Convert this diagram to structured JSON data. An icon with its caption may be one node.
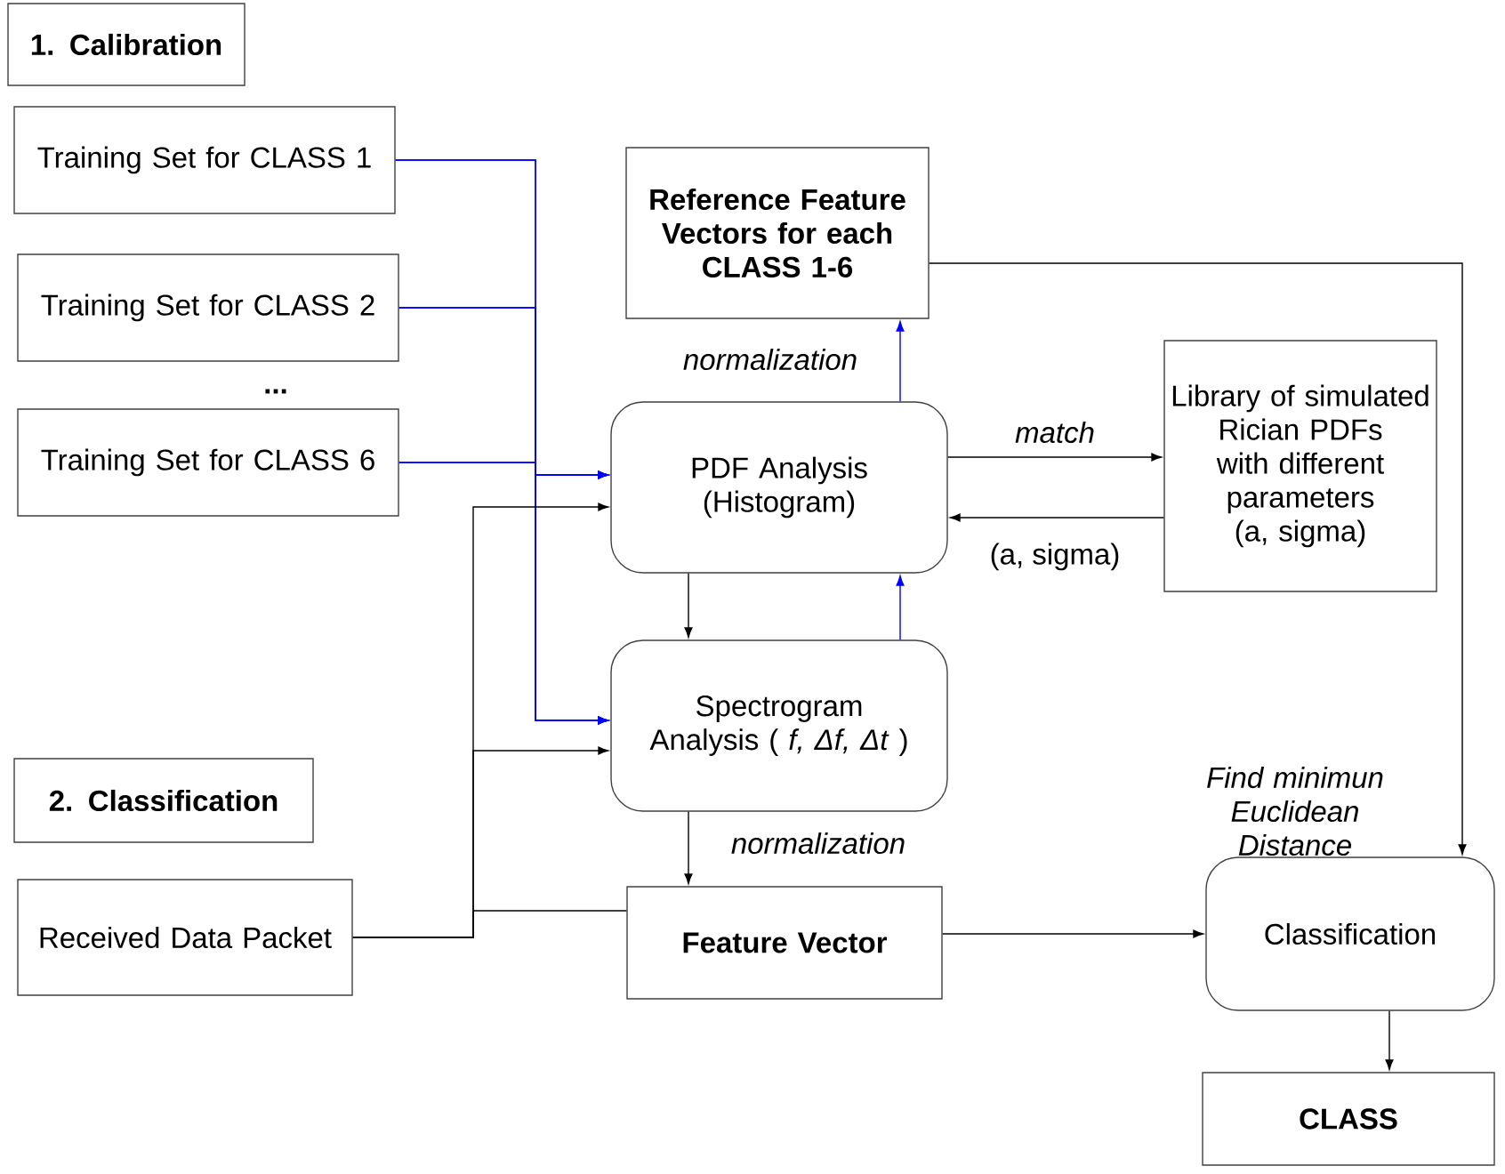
{
  "diagram": {
    "nodes": [
      {
        "text": [
          "1. Calibration"
        ]
      },
      {
        "text": [
          "Training Set for CLASS 1"
        ]
      },
      {
        "text": [
          "Training Set for CLASS 2"
        ]
      },
      {
        "text": [
          "Training Set for CLASS 6"
        ]
      },
      {
        "text": [
          "Reference Feature Vectors for each CLASS 1-6"
        ]
      },
      {
        "text": [
          "PDF Analysis (Histogram)"
        ]
      },
      {
        "text": [
          "Library of simulated Rician PDFs with different parameters (a, sigma)"
        ]
      },
      {
        "text": [
          "Spectrogram Analysis ( *f, Δf, Δt* )"
        ]
      },
      {
        "text": [
          "2. Classification"
        ]
      },
      {
        "text": [
          "Received Data Packet"
        ]
      },
      {
        "text": [
          "Feature Vector"
        ]
      },
      {
        "text": [
          "Classification"
        ],
        "beside": [
          "Find minimun Euclidean Distance"
        ]
      },
      {
        "text": [
          "CLASS"
        ]
      }
    ],
    "edges": [
      {
        "from": 1,
        "to": 5,
        "arrow": "to",
        "color": "#0000ff"
      },
      {
        "from": 2,
        "to": 5,
        "arrow": "to",
        "color": "#0000ff"
      },
      {
        "from": 3,
        "to": 5,
        "arrow": "to",
        "color": "#0000ff"
      },
      {
        "from": 1,
        "to": 7,
        "arrow": "to",
        "color": "#0000ff"
      },
      {
        "from": 2,
        "to": 7,
        "arrow": "to",
        "color": "#0000ff"
      },
      {
        "from": 3,
        "to": 7,
        "arrow": "to",
        "color": "#0000ff"
      },
      {
        "from": 9,
        "to": 5,
        "arrow": "to"
      },
      {
        "from": 9,
        "to": 7,
        "arrow": "to"
      },
      {
        "from": 9,
        "to": 10,
        "arrow": "none"
      },
      {
        "from": 5,
        "to": 7,
        "arrow": "to"
      },
      {
        "from": 7,
        "to": 5,
        "arrow": "to",
        "color": "#0000ff"
      },
      {
        "from": 5,
        "to": 4,
        "arrow": "to",
        "color": "#0000ff",
        "label": "normalization"
      },
      {
        "from": 5,
        "to": 6,
        "arrow": "to",
        "label": "match"
      },
      {
        "from": 6,
        "to": 5,
        "arrow": "to",
        "label": "(a, sigma)"
      },
      {
        "from": 7,
        "to": 10,
        "arrow": "to",
        "label": "normalization"
      },
      {
        "from": 4,
        "to": 11,
        "arrow": "to"
      },
      {
        "from": 10,
        "to": 11,
        "arrow": "to"
      },
      {
        "from": 11,
        "to": 12,
        "arrow": "to"
      }
    ],
    "labels": [
      "..."
    ]
  }
}
